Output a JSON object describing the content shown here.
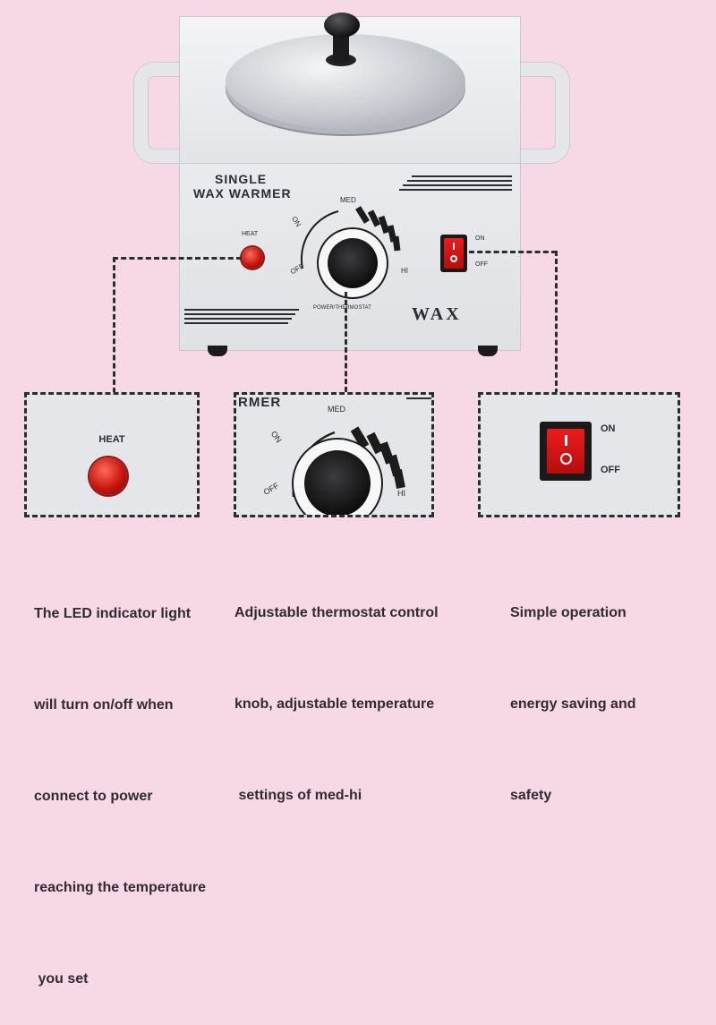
{
  "product": {
    "title_line1": "SINGLE",
    "title_line2": "WAX WARMER",
    "heat_label": "HEAT",
    "dial": {
      "on": "ON",
      "med": "MED",
      "off": "OFF",
      "hi": "HI",
      "caption": "POWER/THERMOSTAT"
    },
    "switch": {
      "on": "ON",
      "off": "OFF"
    },
    "brand": "WAX"
  },
  "details": {
    "heat_panel": {
      "label": "HEAT"
    },
    "knob_panel": {
      "partial_title": "RMER",
      "on": "ON",
      "med": "MED",
      "off": "OFF",
      "hi": "HI"
    },
    "switch_panel": {
      "on": "ON",
      "off": "OFF"
    }
  },
  "captions": {
    "led": [
      "The LED indicator light",
      "will turn on/off when",
      "connect to power",
      "reaching the temperature",
      " you set"
    ],
    "thermostat": [
      "Adjustable thermostat control",
      "knob, adjustable temperature",
      " settings of med-hi"
    ],
    "operation": [
      "Simple operation",
      "energy saving and",
      "safety"
    ]
  },
  "colors": {
    "background": "#f7d8e6",
    "device": "#e4e6ea",
    "accent_red": "#d81414",
    "text": "#2f2b2e"
  }
}
